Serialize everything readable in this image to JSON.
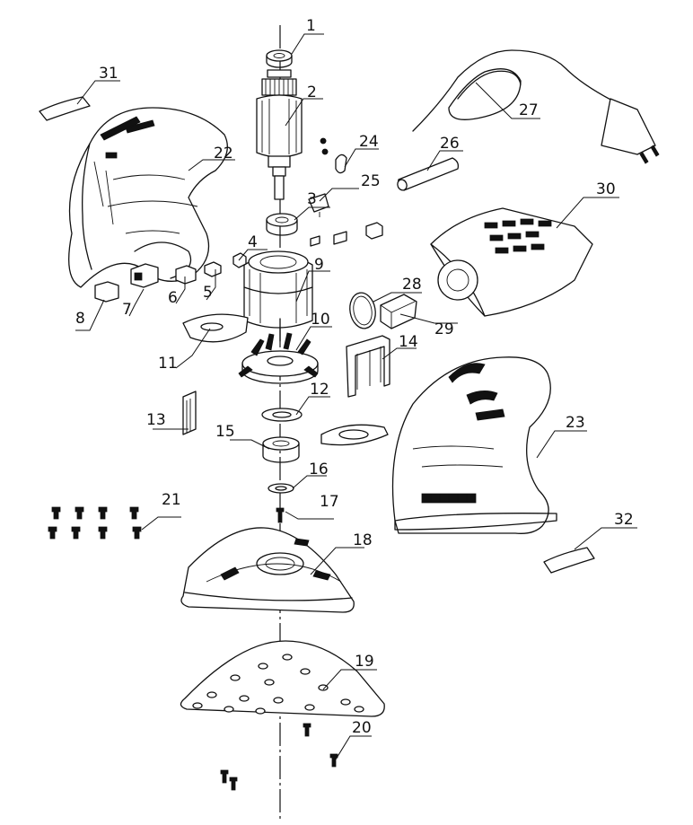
{
  "diagram": {
    "parts": [
      {
        "id": "part-1",
        "number": "1"
      },
      {
        "id": "part-2",
        "number": "2"
      },
      {
        "id": "part-3",
        "number": "3"
      },
      {
        "id": "part-4",
        "number": "4"
      },
      {
        "id": "part-5",
        "number": "5"
      },
      {
        "id": "part-6",
        "number": "6"
      },
      {
        "id": "part-7",
        "number": "7"
      },
      {
        "id": "part-8",
        "number": "8"
      },
      {
        "id": "part-9",
        "number": "9"
      },
      {
        "id": "part-10",
        "number": "10"
      },
      {
        "id": "part-11",
        "number": "11"
      },
      {
        "id": "part-12",
        "number": "12"
      },
      {
        "id": "part-13",
        "number": "13"
      },
      {
        "id": "part-14",
        "number": "14"
      },
      {
        "id": "part-15",
        "number": "15"
      },
      {
        "id": "part-16",
        "number": "16"
      },
      {
        "id": "part-17",
        "number": "17"
      },
      {
        "id": "part-18",
        "number": "18"
      },
      {
        "id": "part-19",
        "number": "19"
      },
      {
        "id": "part-20",
        "number": "20"
      },
      {
        "id": "part-21",
        "number": "21"
      },
      {
        "id": "part-22",
        "number": "22"
      },
      {
        "id": "part-23",
        "number": "23"
      },
      {
        "id": "part-24",
        "number": "24"
      },
      {
        "id": "part-25",
        "number": "25"
      },
      {
        "id": "part-26",
        "number": "26"
      },
      {
        "id": "part-27",
        "number": "27"
      },
      {
        "id": "part-28",
        "number": "28"
      },
      {
        "id": "part-29",
        "number": "29"
      },
      {
        "id": "part-30",
        "number": "30"
      },
      {
        "id": "part-31",
        "number": "31"
      },
      {
        "id": "part-32",
        "number": "32"
      }
    ],
    "line_color": "#111111",
    "background": "#ffffff"
  }
}
